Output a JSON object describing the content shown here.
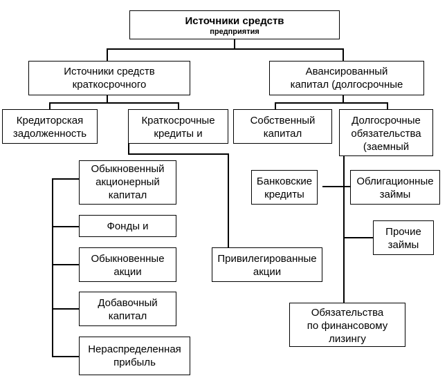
{
  "diagram": {
    "root": {
      "line1": "Источники средств",
      "line2": "предприятия"
    },
    "short_term": {
      "line1": "Источники средств",
      "line2": "краткосрочного"
    },
    "advanced": {
      "line1": "Авансированный",
      "line2": "капитал (долгосрочные"
    },
    "payables": {
      "line1": "Кредиторская",
      "line2": "задолженность"
    },
    "st_credits": {
      "line1": "Краткосрочные",
      "line2": "кредиты и"
    },
    "own_capital": {
      "line1": "Собственный",
      "line2": "капитал"
    },
    "lt_liabilities": {
      "line1": "Долгосрочные",
      "line2": "обязательства",
      "line3": "(заемный"
    },
    "common_equity": {
      "line1": "Обыкновенный",
      "line2": "акционерный",
      "line3": "капитал"
    },
    "funds": {
      "line1": "Фонды и"
    },
    "common_shares": {
      "line1": "Обыкновенные",
      "line2": "акции"
    },
    "additional_capital": {
      "line1": "Добавочный",
      "line2": "капитал"
    },
    "retained_earnings": {
      "line1": "Нераспределенная",
      "line2": "прибыль"
    },
    "preferred_shares": {
      "line1": "Привилегированные",
      "line2": "акции"
    },
    "bank_credits": {
      "line1": "Банковские",
      "line2": "кредиты"
    },
    "bond_loans": {
      "line1": "Облигационные",
      "line2": "займы"
    },
    "other_loans": {
      "line1": "Прочие",
      "line2": "займы"
    },
    "leasing": {
      "line1": "Обязательства",
      "line2": "по финансовому",
      "line3": "лизингу"
    }
  }
}
